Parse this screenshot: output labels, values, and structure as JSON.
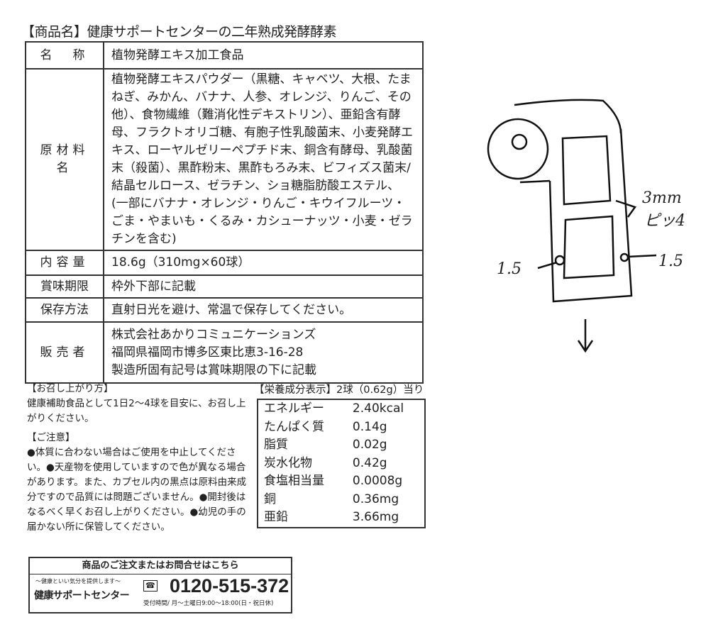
{
  "title": "【商品名】健康サポートセンターの二年熟成発酵酵素",
  "label_table": [
    {
      "label": "名　称",
      "value": "植物発酵エキス加工食品"
    },
    {
      "label": "原材料名",
      "value": "植物発酵エキスパウダー（黒糖、キャベツ、大根、たまねぎ、みかん、バナナ、人参、オレンジ、りんご、その他）、食物繊維（難消化性デキストリン）、亜鉛含有酵母、フラクトオリゴ糖、有胞子性乳酸菌末、小麦発酵エキス、ローヤルゼリーペプチド末、銅含有酵母、乳酸菌末（殺菌）、黒酢粉末、黒酢もろみ末、ビフィズス菌末/結晶セルロース、ゼラチン、ショ糖脂肪酸エステル、(一部にバナナ・オレンジ・りんご・キウイフルーツ・ごま・やまいも・くるみ・カシューナッツ・小麦・ゼラチンを含む)"
    },
    {
      "label": "内容量",
      "value": "18.6g（310mg×60球）"
    },
    {
      "label": "賞味期限",
      "value": "枠外下部に記載"
    },
    {
      "label": "保存方法",
      "value": "直射日光を避け、常温で保存してください。"
    },
    {
      "label": "販売者",
      "value": "株式会社あかりコミュニケーションズ\n福岡県福岡市博多区東比恵3-16-28\n製造所固有記号は賞味期限の下に記載"
    }
  ],
  "usage": {
    "heading": "【お召し上がり方】",
    "text": "健康補助食品として1日2〜4球を目安に、お召し上がりください。"
  },
  "caution": {
    "heading": "【ご注意】",
    "text": "●体質に合わない場合はご使用を中止してください。●天産物を使用していますので色が異なる場合があります。また、カプセル内の黒点は原料由来成分ですので品質には問題ございません。●開封後はなるべく早くお召し上がりください。●幼児の手の届かない所に保管してください。"
  },
  "nutrition": {
    "heading": "【栄養成分表示】",
    "serving": "2球（0.62g）当り",
    "rows": [
      {
        "name": "エネルギー",
        "value": "2.40kcal"
      },
      {
        "name": "たんぱく質",
        "value": "0.14g"
      },
      {
        "name": "脂質",
        "value": "0.02g"
      },
      {
        "name": "炭水化物",
        "value": "0.42g"
      },
      {
        "name": "食塩相当量",
        "value": "0.0008g"
      },
      {
        "name": "銅",
        "value": "0.36mg"
      },
      {
        "name": "亜鉛",
        "value": "3.66mg"
      }
    ]
  },
  "contact": {
    "heading": "商品のご注文またはお問合せはこちら",
    "slogan": "〜健康といい気分を提供します〜",
    "brand": "健康サポートセンター",
    "tel_icon": "フリーダイヤル",
    "phone": "0120-515-372",
    "hours": "受付時間/ 月〜土曜日9:00〜18:00(日・祝日休)"
  },
  "sketch": {
    "note_pitch": "3mm",
    "note_pitch2": "ピッ4",
    "note_left": "1.5",
    "note_right": "1.5"
  }
}
